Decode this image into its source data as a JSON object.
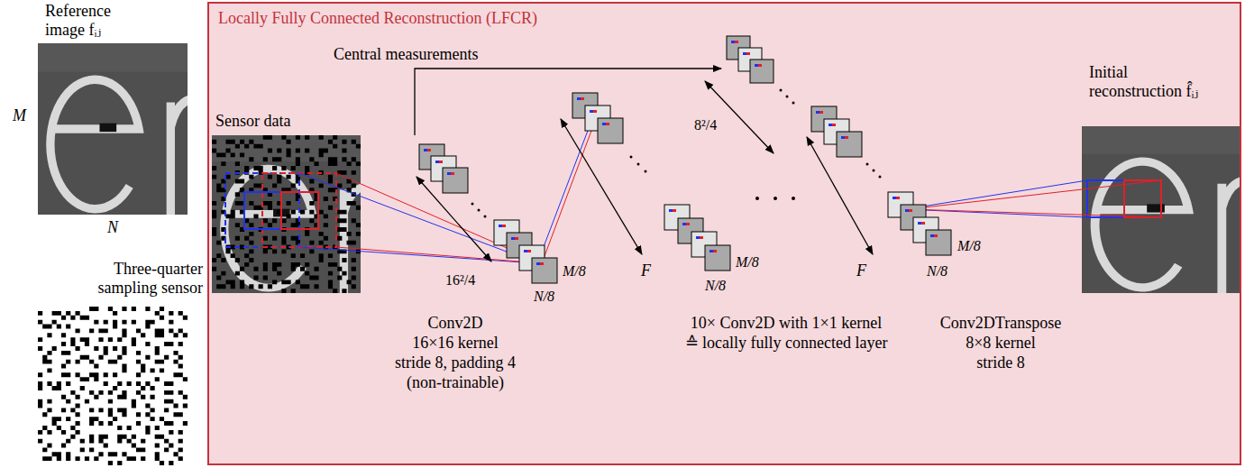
{
  "diagram": {
    "nodes": [
      {
        "text": [
          "Reference image fᵢⱼ"
        ]
      },
      {
        "text": [
          "Three-quarter sampling sensor"
        ]
      },
      {
        "text": [
          "Locally Fully Connected Reconstruction (LFCR)"
        ]
      },
      {
        "text": [
          "Sensor data"
        ],
        "in": 2
      },
      {
        "text": [
          "Initial reconstruction f̂ᵢⱼ"
        ],
        "in": 2
      }
    ],
    "labels": [
      "M",
      "N",
      "Central measurements",
      "16²/4",
      "M/8",
      "N/8",
      "F",
      "M/8",
      "N/8",
      "8²/4",
      "F",
      "M/8",
      "N/8",
      "Conv2D",
      "16×16 kernel",
      "stride 8, padding 4",
      "(non-trainable)",
      "10× Conv2D with 1×1 kernel",
      "≙ locally fully connected layer",
      "Conv2DTranspose",
      "8×8 kernel",
      "stride 8"
    ]
  }
}
